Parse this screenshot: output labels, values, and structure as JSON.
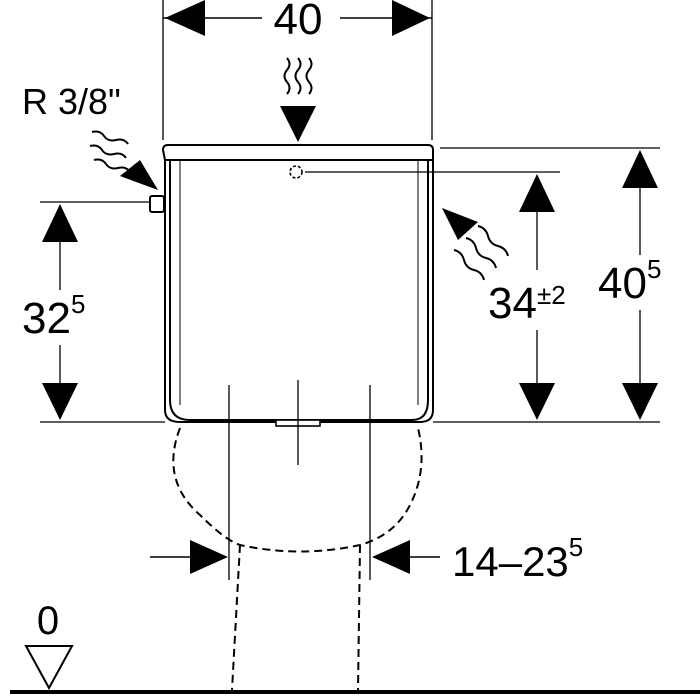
{
  "dimensions": {
    "width": "40",
    "inlet_thread": "R 3/8\"",
    "left_height_main": "32",
    "left_height_sup": "5",
    "right_height_main": "34",
    "right_height_tol": "±2",
    "total_height_main": "40",
    "total_height_sup": "5",
    "pan_range_main": "14–23",
    "pan_range_sup": "5",
    "floor_level": "0"
  }
}
